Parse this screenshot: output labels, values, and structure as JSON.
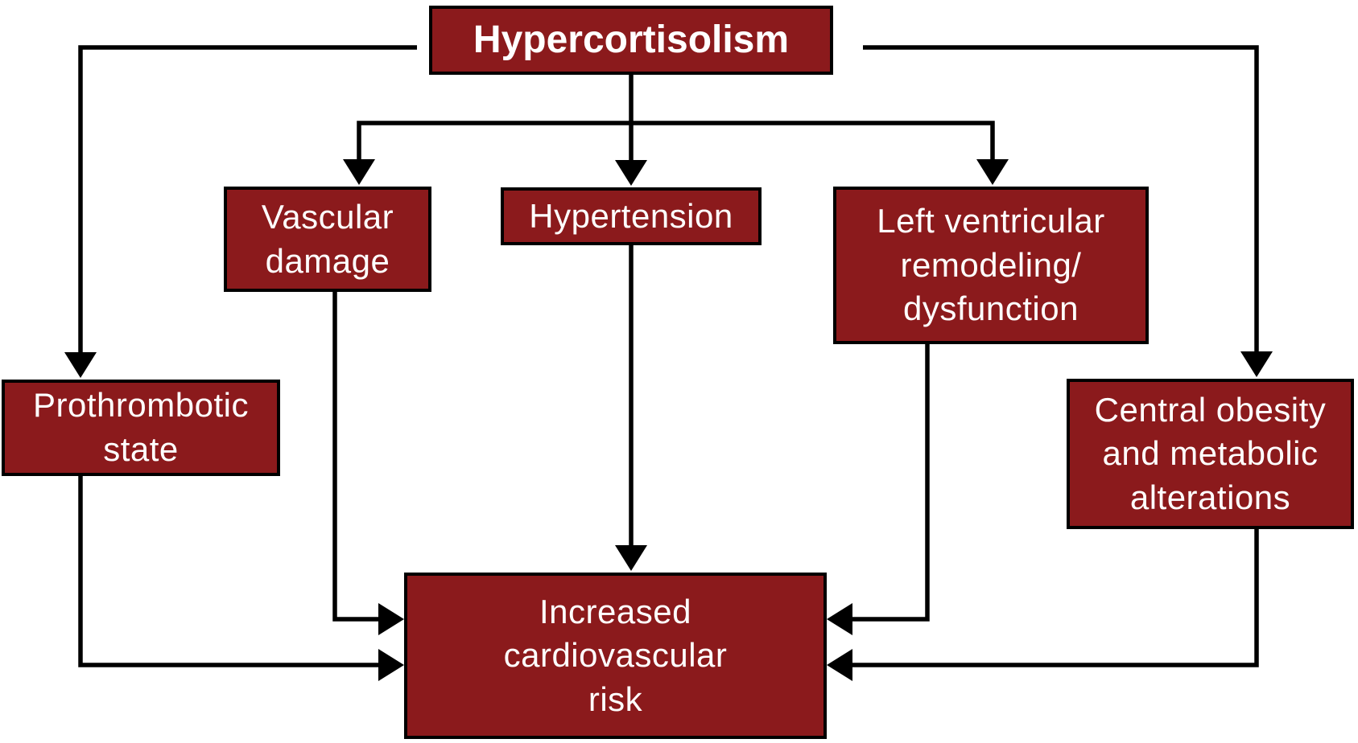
{
  "diagram": {
    "type": "flowchart",
    "title": "Hypercortisolism",
    "colors": {
      "box_fill": "#8B1A1C",
      "box_border": "#000000",
      "text": "#FFFFFF",
      "line": "#000000",
      "background": "#FFFFFF"
    },
    "nodes": {
      "hypercortisolism": {
        "label": "Hypercortisolism",
        "lines": [
          "Hypercortisolism"
        ]
      },
      "vascular_damage": {
        "label": "Vascular damage",
        "lines": [
          "Vascular",
          "damage"
        ]
      },
      "hypertension": {
        "label": "Hypertension",
        "lines": [
          "Hypertension"
        ]
      },
      "left_ventricular_remodeling_dysfunction": {
        "label": "Left ventricular remodeling/dysfunction",
        "lines": [
          "Left ventricular",
          "remodeling/",
          "dysfunction"
        ]
      },
      "prothrombotic_state": {
        "label": "Prothrombotic state",
        "lines": [
          "Prothrombotic",
          "state"
        ]
      },
      "central_obesity_metabolic_alterations": {
        "label": "Central obesity and metabolic alterations",
        "lines": [
          "Central obesity",
          "and metabolic",
          "alterations"
        ]
      },
      "increased_cardiovascular_risk": {
        "label": "Increased cardiovascular risk",
        "lines": [
          "Increased",
          "cardiovascular",
          "risk"
        ]
      }
    },
    "edges": [
      {
        "from": "hypercortisolism",
        "to": "prothrombotic_state"
      },
      {
        "from": "hypercortisolism",
        "to": "vascular_damage"
      },
      {
        "from": "hypercortisolism",
        "to": "hypertension"
      },
      {
        "from": "hypercortisolism",
        "to": "left_ventricular_remodeling_dysfunction"
      },
      {
        "from": "hypercortisolism",
        "to": "central_obesity_metabolic_alterations"
      },
      {
        "from": "prothrombotic_state",
        "to": "increased_cardiovascular_risk"
      },
      {
        "from": "vascular_damage",
        "to": "increased_cardiovascular_risk"
      },
      {
        "from": "hypertension",
        "to": "increased_cardiovascular_risk"
      },
      {
        "from": "left_ventricular_remodeling_dysfunction",
        "to": "increased_cardiovascular_risk"
      },
      {
        "from": "central_obesity_metabolic_alterations",
        "to": "increased_cardiovascular_risk"
      }
    ]
  }
}
